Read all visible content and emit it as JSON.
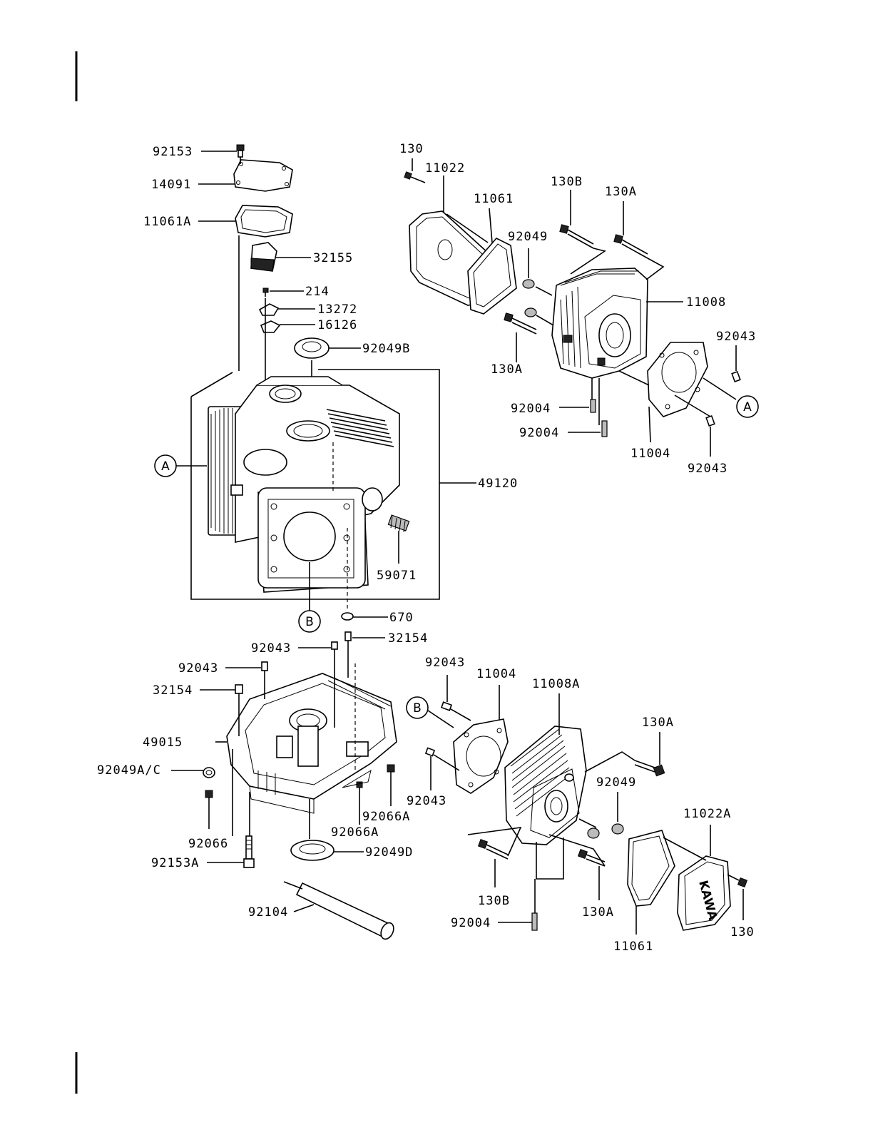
{
  "diagram": {
    "callouts": {
      "A_left": "A",
      "A_right": "A",
      "B_top": "B",
      "B_bottom": "B"
    },
    "labels": {
      "p92153": "92153",
      "p14091": "14091",
      "p11061A": "11061A",
      "p32155": "32155",
      "p214": "214",
      "p13272": "13272",
      "p16126": "16126",
      "p92049B": "92049B",
      "p49120": "49120",
      "p59071": "59071",
      "p670": "670",
      "p130_top": "130",
      "p11022": "11022",
      "p11061_top": "11061",
      "p130B_top": "130B",
      "p130A_top": "130A",
      "p92049_top": "92049",
      "p11008": "11008",
      "p92043_r1": "92043",
      "p130A_mid": "130A",
      "p92004_a": "92004",
      "p92004_b": "92004",
      "p11004_top": "11004",
      "p92043_r2": "92043",
      "p92043_b1": "92043",
      "p32154_a": "32154",
      "p92043_b2": "92043",
      "p32154_b": "32154",
      "p49015": "49015",
      "p92049AC": "92049A/C",
      "p92066": "92066",
      "p92066A_a": "92066A",
      "p92066A_b": "92066A",
      "p92153A": "92153A",
      "p92049D": "92049D",
      "p92104": "92104",
      "p92043_b3": "92043",
      "p11004_bot": "11004",
      "p11008A": "11008A",
      "p130A_b1": "130A",
      "p92043_b4": "92043",
      "p92049_bot": "92049",
      "p11022A": "11022A",
      "p130B_bot": "130B",
      "p130A_b2": "130A",
      "p92004_c": "92004",
      "p11061_bot": "11061",
      "p130_bot": "130"
    },
    "cover_stamp": "KAWA"
  }
}
